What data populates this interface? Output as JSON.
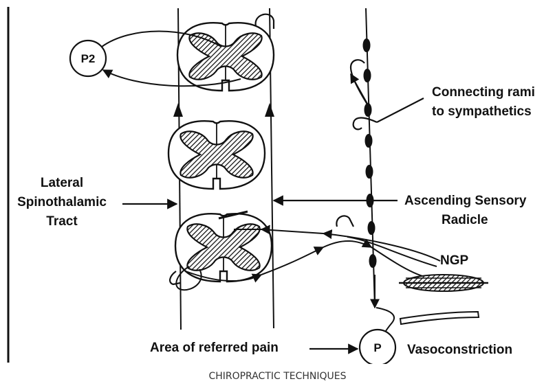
{
  "diagram": {
    "labels": {
      "p2": "P2",
      "p": "P",
      "connecting_line1": "Connecting rami",
      "connecting_line2": "to sympathetics",
      "lateral_line1": "Lateral",
      "lateral_line2": "Spinothalamic",
      "lateral_line3": "Tract",
      "ascending_line1": "Ascending Sensory",
      "ascending_line2": "Radicle",
      "ngp": "NGP",
      "area_referred_pain": "Area of referred pain",
      "vasoconstriction": "Vasoconstriction"
    }
  },
  "caption": "CHIROPRACTIC TECHNIQUES",
  "colors": {
    "ink": "#111111",
    "background": "#ffffff",
    "caption": "#333333"
  }
}
